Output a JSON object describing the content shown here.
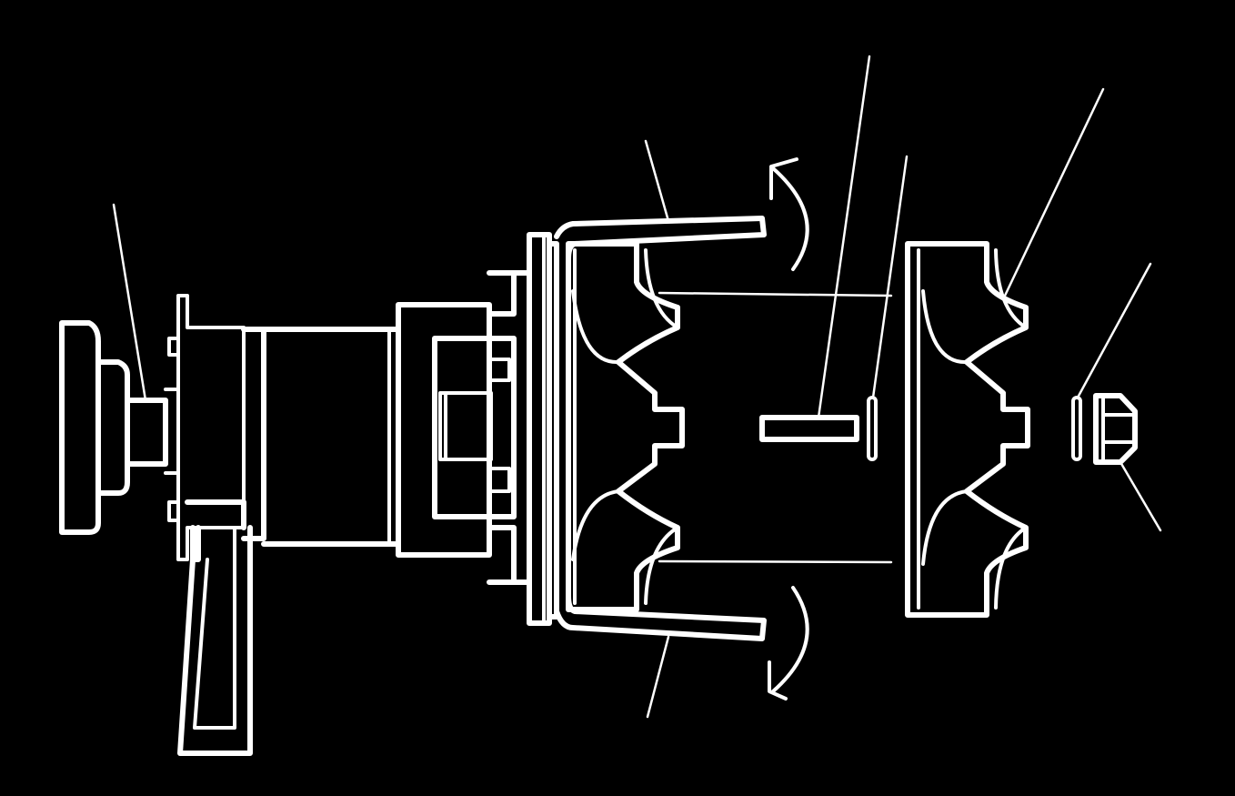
{
  "diagram": {
    "type": "exploded-assembly-drawing",
    "background_color": "#000000",
    "line_color": "#ffffff",
    "labels": [],
    "parts": [
      "handwheel",
      "clamp-screw",
      "mounting-bracket",
      "drive-housing",
      "coupling",
      "puller-jaw-upper",
      "puller-jaw-lower",
      "impeller-installed",
      "key",
      "washer",
      "impeller-removed",
      "lock-ring",
      "hex-nut"
    ],
    "rotation_arrows": [
      "upper-jaw-rotation",
      "lower-jaw-rotation"
    ]
  }
}
